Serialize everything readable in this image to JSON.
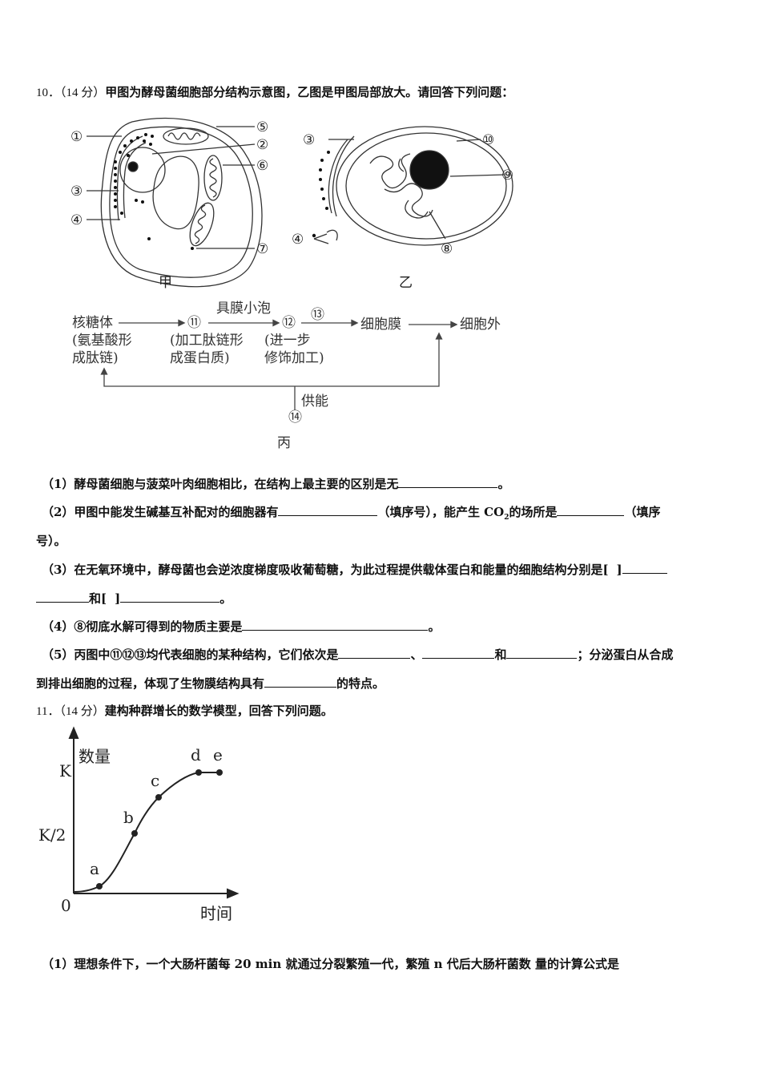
{
  "q10": {
    "number": "10．",
    "points": "（14 分）",
    "stem": "甲图为酵母菌细胞部分结构示意图，乙图是甲图局部放大。请回答下列问题：",
    "figure": {
      "jia_caption": "甲",
      "yi_caption": "乙",
      "bing_caption": "丙",
      "jia_labels": [
        "①",
        "②",
        "③",
        "④",
        "⑤",
        "⑥",
        "⑦"
      ],
      "yi_labels": [
        "③",
        "④",
        "⑧",
        "⑨",
        "⑩"
      ],
      "flow": {
        "ribosome": "核糖体",
        "ribosome_note1": "(氨基酸形",
        "ribosome_note2": "成肽链)",
        "s11": "⑪",
        "s11_note1": "(加工肽链形",
        "s11_note2": "成蛋白质)",
        "vesicle": "具膜小泡",
        "s12": "⑫",
        "s12_note1": "(进一步",
        "s12_note2": "修饰加工)",
        "s13": "⑬",
        "membrane": "细胞膜",
        "outside": "细胞外",
        "energy": "供能",
        "s14": "⑭"
      }
    },
    "subs": [
      {
        "a": "（1）酵母菌细胞与菠菜叶肉细胞相比，在结构上最主要的区别是无",
        "b": "。"
      },
      {
        "a": "（2）甲图中能发生碱基互补配对的细胞器有",
        "b": "（填序号），能产生 CO",
        "sub": "2",
        "c": "的场所是",
        "d": "（填序"
      },
      {
        "a": "号）。"
      },
      {
        "a": "（3）在无氧环境中，酵母菌也会逆浓度梯度吸收葡萄糖，为此过程提供载体蛋白和能量的细胞结构分别是[",
        "b": "]"
      },
      {
        "a": "和[",
        "b": "]",
        "c": "。"
      },
      {
        "a": "（4）⑧彻底水解可得到的物质主要是",
        "b": "。"
      },
      {
        "a": "（5）丙图中⑪⑫⑬均代表细胞的某种结构，它们依次是",
        "b": "、",
        "c": "和",
        "d": "；分泌蛋白从合成"
      },
      {
        "a": "到排出细胞的过程，体现了生物膜结构具有",
        "b": "的特点。"
      }
    ]
  },
  "q11": {
    "number": "11．",
    "points": "（14 分）",
    "stem": "建构种群增长的数学模型，回答下列问题。",
    "graph": {
      "ylabel": "数量",
      "xlabel": "时间",
      "k": "K",
      "k_half": "K/2",
      "origin": "0",
      "point_labels": [
        "a",
        "b",
        "c",
        "d",
        "e"
      ]
    },
    "sub1": "（1）理想条件下，一个大肠杆菌每 20 min 就通过分裂繁殖一代，繁殖 n 代后大肠杆菌数 量的计算公式是"
  }
}
